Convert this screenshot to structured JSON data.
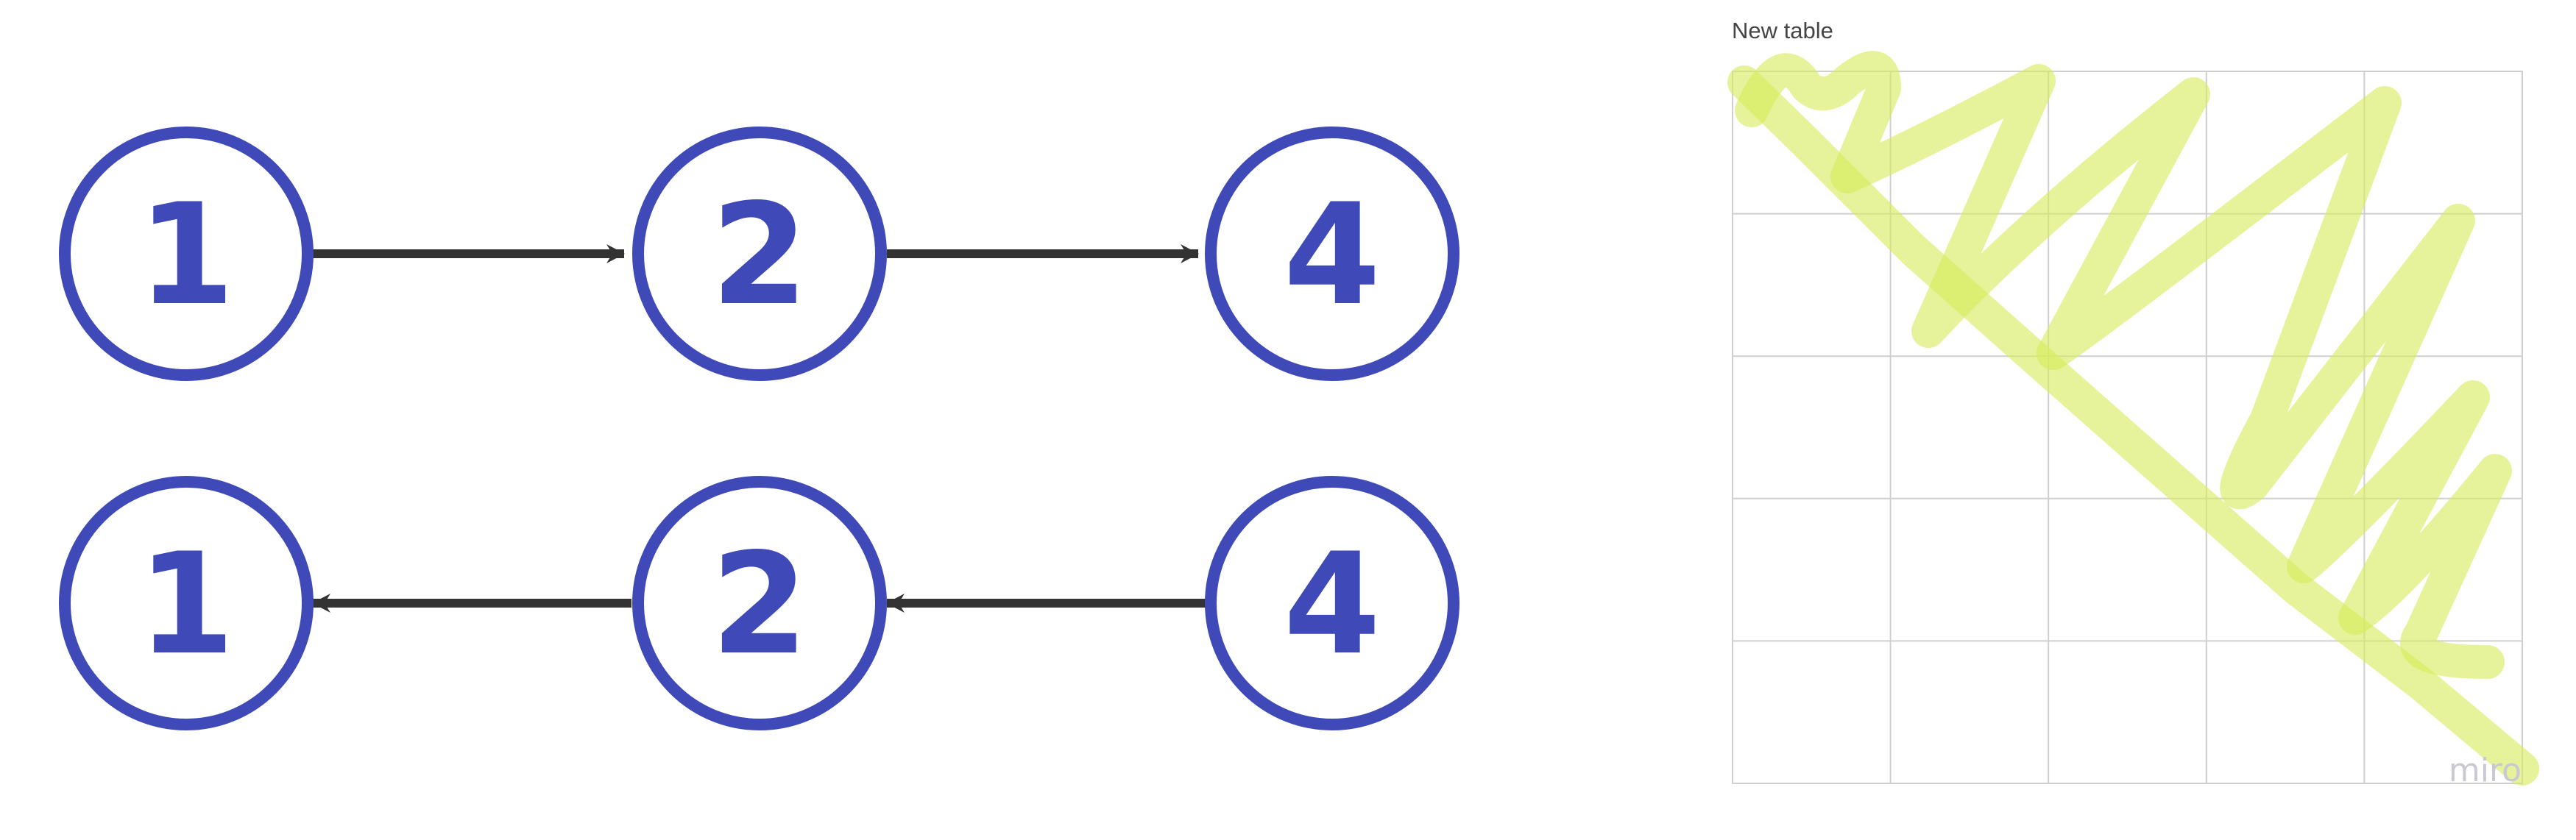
{
  "colors": {
    "node_stroke": "#3f4ab8",
    "node_text": "#3f4ab8",
    "arrow": "#333333",
    "table_border": "#cfcfcf",
    "scribble": "#d6ec5c",
    "title_text": "#444444",
    "watermark": "#c9c9d4"
  },
  "diagram": {
    "row_forward": {
      "nodes": [
        {
          "id": "f1",
          "label": "1"
        },
        {
          "id": "f2",
          "label": "2"
        },
        {
          "id": "f4",
          "label": "4"
        }
      ],
      "edges": [
        {
          "from": "f1",
          "to": "f2"
        },
        {
          "from": "f2",
          "to": "f4"
        }
      ]
    },
    "row_backward": {
      "nodes": [
        {
          "id": "b1",
          "label": "1"
        },
        {
          "id": "b2",
          "label": "2"
        },
        {
          "id": "b4",
          "label": "4"
        }
      ],
      "edges": [
        {
          "from": "b2",
          "to": "b1"
        },
        {
          "from": "b4",
          "to": "b2"
        }
      ]
    }
  },
  "table": {
    "title": "New table",
    "rows": 5,
    "cols": 5
  },
  "watermark": {
    "text": "miro"
  },
  "icons": {
    "scribble": "highlighter-scribble"
  }
}
